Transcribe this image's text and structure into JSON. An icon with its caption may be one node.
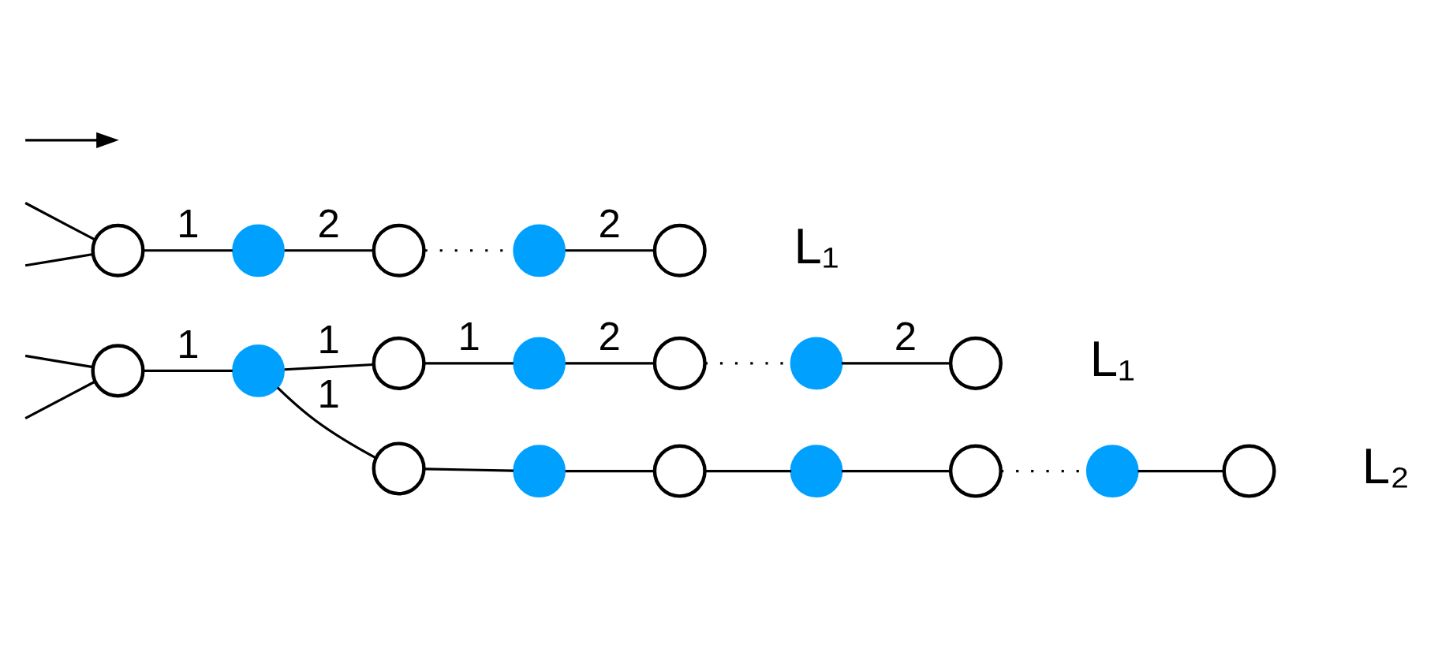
{
  "diagram": {
    "nodes": [
      {
        "text": [],
        "shape": "circle"
      },
      {
        "text": [],
        "shape": "circle"
      },
      {
        "text": [],
        "shape": "circle"
      },
      {
        "text": [],
        "shape": "circle"
      },
      {
        "text": [],
        "shape": "circle"
      },
      {
        "text": [],
        "shape": "circle"
      },
      {
        "text": [],
        "shape": "circle"
      },
      {
        "text": [],
        "shape": "circle"
      },
      {
        "text": [],
        "shape": "circle"
      },
      {
        "text": [],
        "shape": "circle"
      },
      {
        "text": [],
        "shape": "circle"
      },
      {
        "text": [],
        "shape": "circle"
      },
      {
        "text": [],
        "shape": "circle"
      },
      {
        "text": [],
        "shape": "circle"
      },
      {
        "text": [],
        "shape": "circle"
      },
      {
        "text": [],
        "shape": "circle"
      },
      {
        "text": [],
        "shape": "circle"
      },
      {
        "text": [],
        "shape": "circle"
      },
      {
        "text": [],
        "shape": "circle"
      }
    ],
    "edges": [
      {
        "from": null,
        "to": 0,
        "arrow": "none"
      },
      {
        "from": null,
        "to": 0,
        "arrow": "none"
      },
      {
        "from": 0,
        "to": 1,
        "arrow": "none",
        "label": "1"
      },
      {
        "from": 1,
        "to": 2,
        "arrow": "none",
        "label": "1"
      },
      {
        "from": 2,
        "to": 3,
        "arrow": "none",
        "label": "1"
      },
      {
        "from": 3,
        "to": 4,
        "arrow": "none",
        "label": "2"
      },
      {
        "from": 4,
        "to": 5,
        "arrow": "none",
        "style": "dashed"
      },
      {
        "from": 5,
        "to": 6,
        "arrow": "none",
        "label": "2"
      },
      {
        "from": 1,
        "to": 7,
        "arrow": "none",
        "label": "1"
      },
      {
        "from": 7,
        "to": 8,
        "arrow": "none"
      },
      {
        "from": 8,
        "to": 9,
        "arrow": "none"
      },
      {
        "from": 9,
        "to": 10,
        "arrow": "none"
      },
      {
        "from": 10,
        "to": 11,
        "arrow": "none"
      },
      {
        "from": 11,
        "to": 12,
        "arrow": "none",
        "style": "dashed"
      },
      {
        "from": 12,
        "to": 13,
        "arrow": "none"
      },
      {
        "from": null,
        "to": 14,
        "arrow": "none"
      },
      {
        "from": null,
        "to": 14,
        "arrow": "none"
      },
      {
        "from": 14,
        "to": 15,
        "arrow": "none",
        "label": "1"
      },
      {
        "from": 15,
        "to": 16,
        "arrow": "none",
        "label": "2"
      },
      {
        "from": 16,
        "to": 17,
        "arrow": "none",
        "style": "dashed"
      },
      {
        "from": 17,
        "to": 18,
        "arrow": "none",
        "label": "2"
      }
    ],
    "labels": [
      "L₁",
      "L₂",
      "L₁"
    ]
  }
}
